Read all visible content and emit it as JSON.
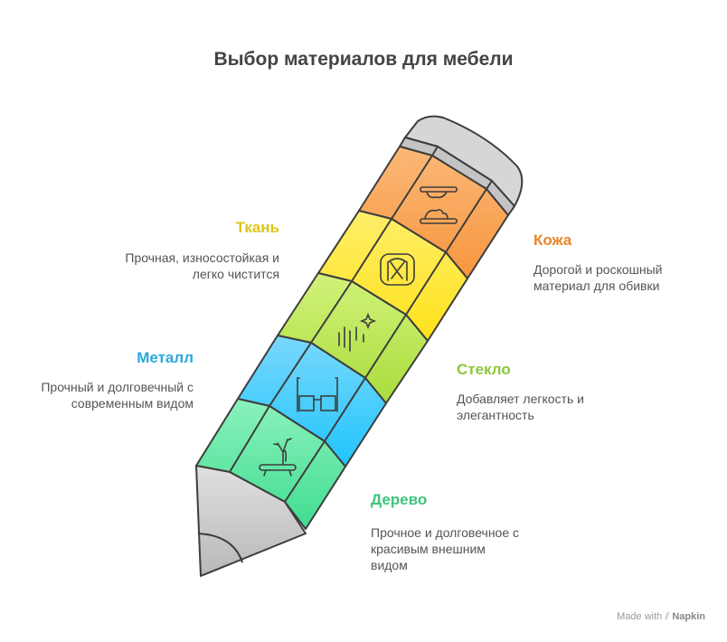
{
  "title": "Выбор материалов для мебели",
  "materials": [
    {
      "name": "Кожа",
      "description_lines": [
        "Дорогой и роскошный",
        "материал для обивки"
      ],
      "color": "#e8852a",
      "icon": "table-icon"
    },
    {
      "name": "Ткань",
      "description_lines": [
        "Прочная, износостойкая и",
        "легко чистится"
      ],
      "color": "#e0c419",
      "icon": "car-seat-icon"
    },
    {
      "name": "Стекло",
      "description_lines": [
        "Добавляет легкость и",
        "элегантность"
      ],
      "color": "#8cc63f",
      "icon": "sparkle-glass-icon"
    },
    {
      "name": "Металл",
      "description_lines": [
        "Прочный и долговечный с",
        "современным видом"
      ],
      "color": "#29a9dc",
      "icon": "glasses-icon"
    },
    {
      "name": "Дерево",
      "description_lines": [
        "Прочное и долговечное с",
        "красивым внешним",
        "видом"
      ],
      "color": "#3cc47c",
      "icon": "plant-bench-icon"
    }
  ],
  "watermark": {
    "prefix": "Made with",
    "brand": "Napkin"
  }
}
